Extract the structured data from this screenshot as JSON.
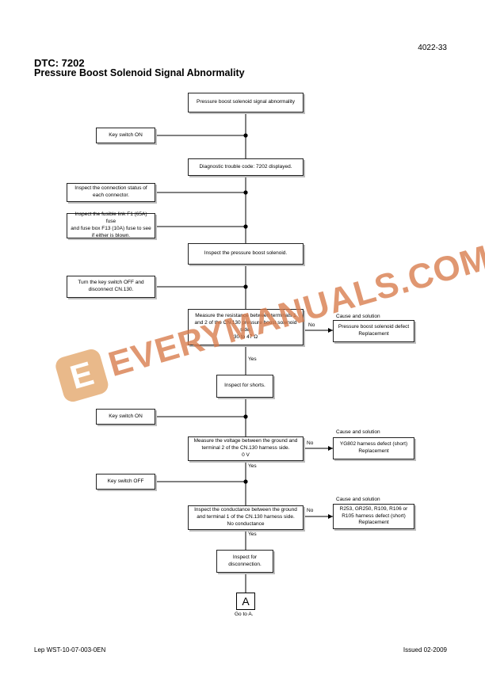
{
  "header": {
    "page_number": "4022-33",
    "dtc": "DTC: 7202",
    "title": "Pressure Boost Solenoid Signal Abnormality"
  },
  "flow": {
    "start": "Pressure boost solenoid signal abnormality",
    "key_on_1": "Key switch ON",
    "code_displayed": "Diagnostic trouble code: 7202 displayed.",
    "inspect_connectors": [
      "Inspect the connection status of",
      "each connector."
    ],
    "inspect_fuses": [
      "Inspect the fusible link F1 (65A) fuse",
      "and fuse box F13 (10A) fuse to see",
      "if either is blown."
    ],
    "inspect_solenoid": "Inspect the pressure boost solenoid.",
    "turn_off_disconnect": [
      "Turn the key switch OFF and",
      "disconnect CN.130."
    ],
    "measure_resistance": [
      "Measure the resistance between terminals 1",
      "and 2 of the CN.130 pressure boost solenoid",
      "side.",
      "30 to 47 Ω"
    ],
    "cause_1": {
      "heading": "Cause and solution",
      "lines": [
        "Pressure boost solenoid defect",
        "Replacement"
      ]
    },
    "inspect_shorts": "Inspect for shorts.",
    "key_on_2": "Key switch ON",
    "measure_voltage": [
      "Measure the voltage between the ground and",
      "terminal 2 of the CN.130 harness side.",
      "0 V"
    ],
    "cause_2": {
      "heading": "Cause and solution",
      "lines": [
        "YG802 harness defect (short)",
        "Replacement"
      ]
    },
    "key_off": "Key switch OFF",
    "inspect_conductance": [
      "Inspect the conductance between the ground",
      "and terminal 1 of the CN.130 harness side.",
      "No conductance"
    ],
    "cause_3": {
      "heading": "Cause and solution",
      "lines": [
        "R253, GR250, R109, R106 or",
        "R105 harness defect (short)",
        "Replacement"
      ]
    },
    "inspect_disconnection": [
      "Inspect for",
      "disconnection."
    ],
    "goto_letter": "A",
    "goto_label": "Go to A.",
    "yes": "Yes",
    "no": "No"
  },
  "watermark": {
    "text": "EVERYMANUALS.COM",
    "logo_letter": "E"
  },
  "footer": {
    "left": "Lep WST-10-07-003-0EN",
    "right": "Issued 02-2009"
  }
}
